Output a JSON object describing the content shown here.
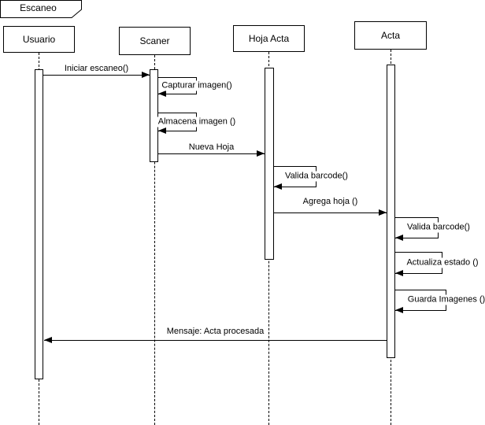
{
  "frame": {
    "title": "Escaneo"
  },
  "diagram_type": "uml-sequence",
  "lifelines": [
    {
      "id": "usuario",
      "label": "Usuario"
    },
    {
      "id": "scaner",
      "label": "Scaner"
    },
    {
      "id": "hoja-acta",
      "label": "Hoja Acta"
    },
    {
      "id": "acta",
      "label": "Acta"
    }
  ],
  "messages": [
    {
      "label": "Iniciar escaneo()",
      "from": "Usuario",
      "to": "Scaner",
      "kind": "call"
    },
    {
      "label": "Capturar imagen()",
      "from": "Scaner",
      "to": "Scaner",
      "kind": "self"
    },
    {
      "label": "Almacena imagen ()",
      "from": "Scaner",
      "to": "Scaner",
      "kind": "self"
    },
    {
      "label": "Nueva Hoja",
      "from": "Scaner",
      "to": "Hoja Acta",
      "kind": "call"
    },
    {
      "label": "Valida barcode()",
      "from": "Hoja Acta",
      "to": "Hoja Acta",
      "kind": "self"
    },
    {
      "label": "Agrega hoja ()",
      "from": "Hoja Acta",
      "to": "Acta",
      "kind": "call"
    },
    {
      "label": "Valida barcode()",
      "from": "Acta",
      "to": "Acta",
      "kind": "self"
    },
    {
      "label": "Actualiza estado ()",
      "from": "Acta",
      "to": "Acta",
      "kind": "self"
    },
    {
      "label": "Guarda Imagenes ()",
      "from": "Acta",
      "to": "Acta",
      "kind": "self"
    },
    {
      "label": "Mensaje: Acta procesada",
      "from": "Acta",
      "to": "Usuario",
      "kind": "return"
    }
  ],
  "colors": {
    "stroke": "#000000",
    "fill": "#ffffff",
    "text": "#000000"
  }
}
